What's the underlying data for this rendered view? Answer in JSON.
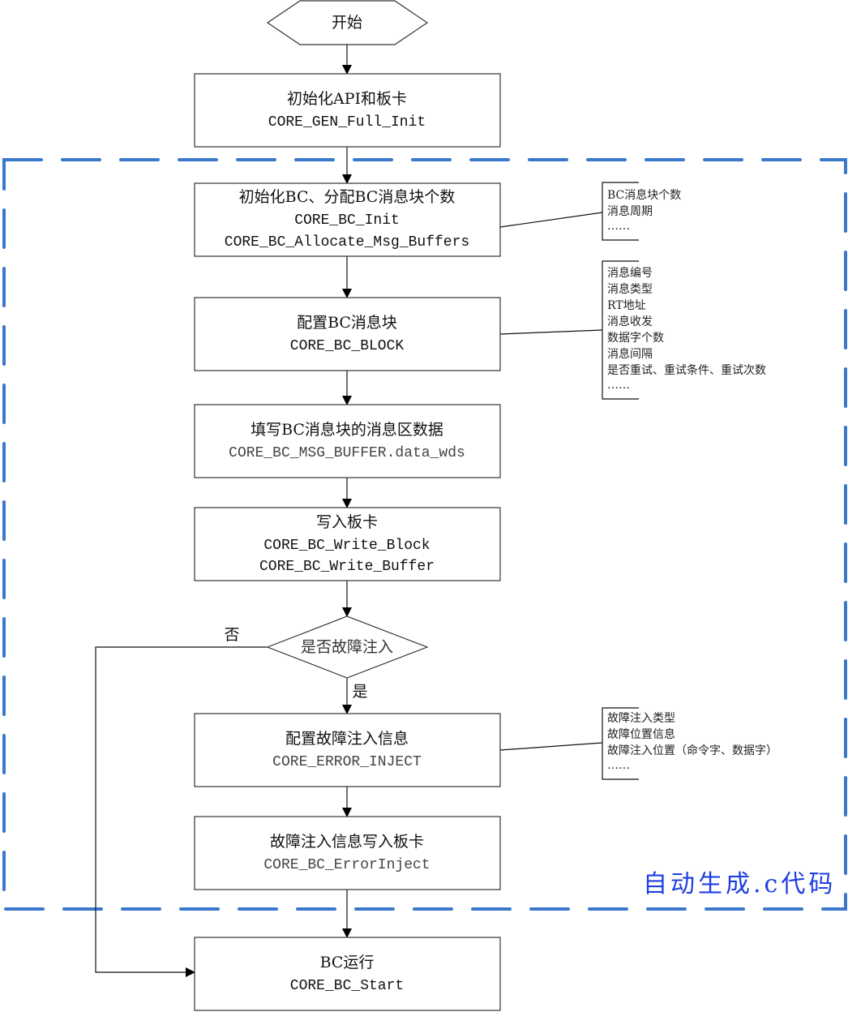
{
  "start": "开始",
  "steps": [
    {
      "title": "初始化API和板卡",
      "code": [
        "CORE_GEN_Full_Init"
      ]
    },
    {
      "title": "初始化BC、分配BC消息块个数",
      "code": [
        "CORE_BC_Init",
        "CORE_BC_Allocate_Msg_Buffers"
      ]
    },
    {
      "title": "配置BC消息块",
      "code": [
        "CORE_BC_BLOCK"
      ]
    },
    {
      "title": "填写BC消息块的消息区数据",
      "code": [
        "CORE_BC_MSG_BUFFER.data_wds"
      ]
    },
    {
      "title": "写入板卡",
      "code": [
        "CORE_BC_Write_Block",
        "CORE_BC_Write_Buffer"
      ]
    },
    {
      "title": "配置故障注入信息",
      "code": [
        "CORE_ERROR_INJECT"
      ]
    },
    {
      "title": "故障注入信息写入板卡",
      "code": [
        "CORE_BC_ErrorInject"
      ]
    },
    {
      "title": "BC运行",
      "code": [
        "CORE_BC_Start"
      ]
    }
  ],
  "decision": {
    "label": "是否故障注入",
    "yes": "是",
    "no": "否"
  },
  "notes": [
    [
      "BC消息块个数",
      "消息周期",
      "……"
    ],
    [
      "消息编号",
      "消息类型",
      "RT地址",
      "消息收发",
      "数据字个数",
      "消息间隔",
      "是否重试、重试条件、重试次数",
      "……"
    ],
    [
      "故障注入类型",
      "故障位置信息",
      "故障注入位置（命令字、数据字）",
      "……"
    ]
  ],
  "region_label": "自动生成.c代码",
  "colors": {
    "region_border": "#3a78cc",
    "region_label": "#1f3fe0"
  }
}
